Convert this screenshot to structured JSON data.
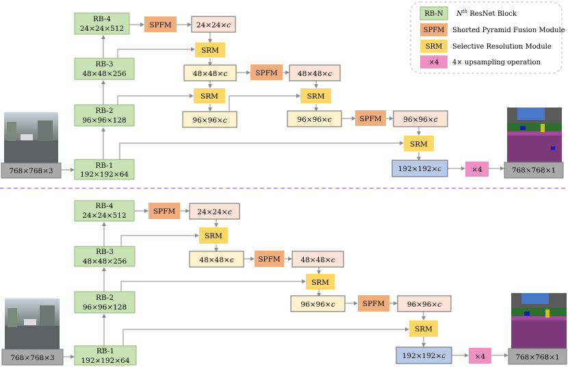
{
  "legend": {
    "items": [
      {
        "key": "RB-N",
        "text": "N^th ResNet Block",
        "color": "#c9e2b3"
      },
      {
        "key": "SPFM",
        "text": "Shorted Pyramid Fusion Module",
        "color": "#f2ad7c"
      },
      {
        "key": "SRM",
        "text": "Selective Resolution Module",
        "color": "#fdd768"
      },
      {
        "key": "×4",
        "text": "4× upsampling operation",
        "color": "#ef8fc3"
      }
    ]
  },
  "labels": {
    "input": "768×768×3",
    "output": "768×768×1",
    "rb1_title": "RB-1",
    "rb1_dim": "192×192×64",
    "rb2_title": "RB-2",
    "rb2_dim": "96×96×128",
    "rb3_title": "RB-3",
    "rb3_dim": "48×48×256",
    "rb4_title": "RB-4",
    "rb4_dim": "24×24×512",
    "spfm": "SPFM",
    "srm": "SRM",
    "up": "×4",
    "f24": "24×24×c",
    "f48": "48×48×c",
    "f96": "96×96×c",
    "f192": "192×192×c"
  },
  "colors": {
    "rb": "#c9e2b3",
    "rb_border": "#8fb47a",
    "spfm": "#f2ad7c",
    "srm": "#fdd768",
    "feat_light": "#fbe3d8",
    "feat_yellow": "#fdf2cd",
    "feat_blue": "#b9c9ea",
    "up": "#ef8fc3",
    "gray": "#a9a9a9",
    "divider": "#9a63cf",
    "arrow": "#8a8a8a"
  }
}
